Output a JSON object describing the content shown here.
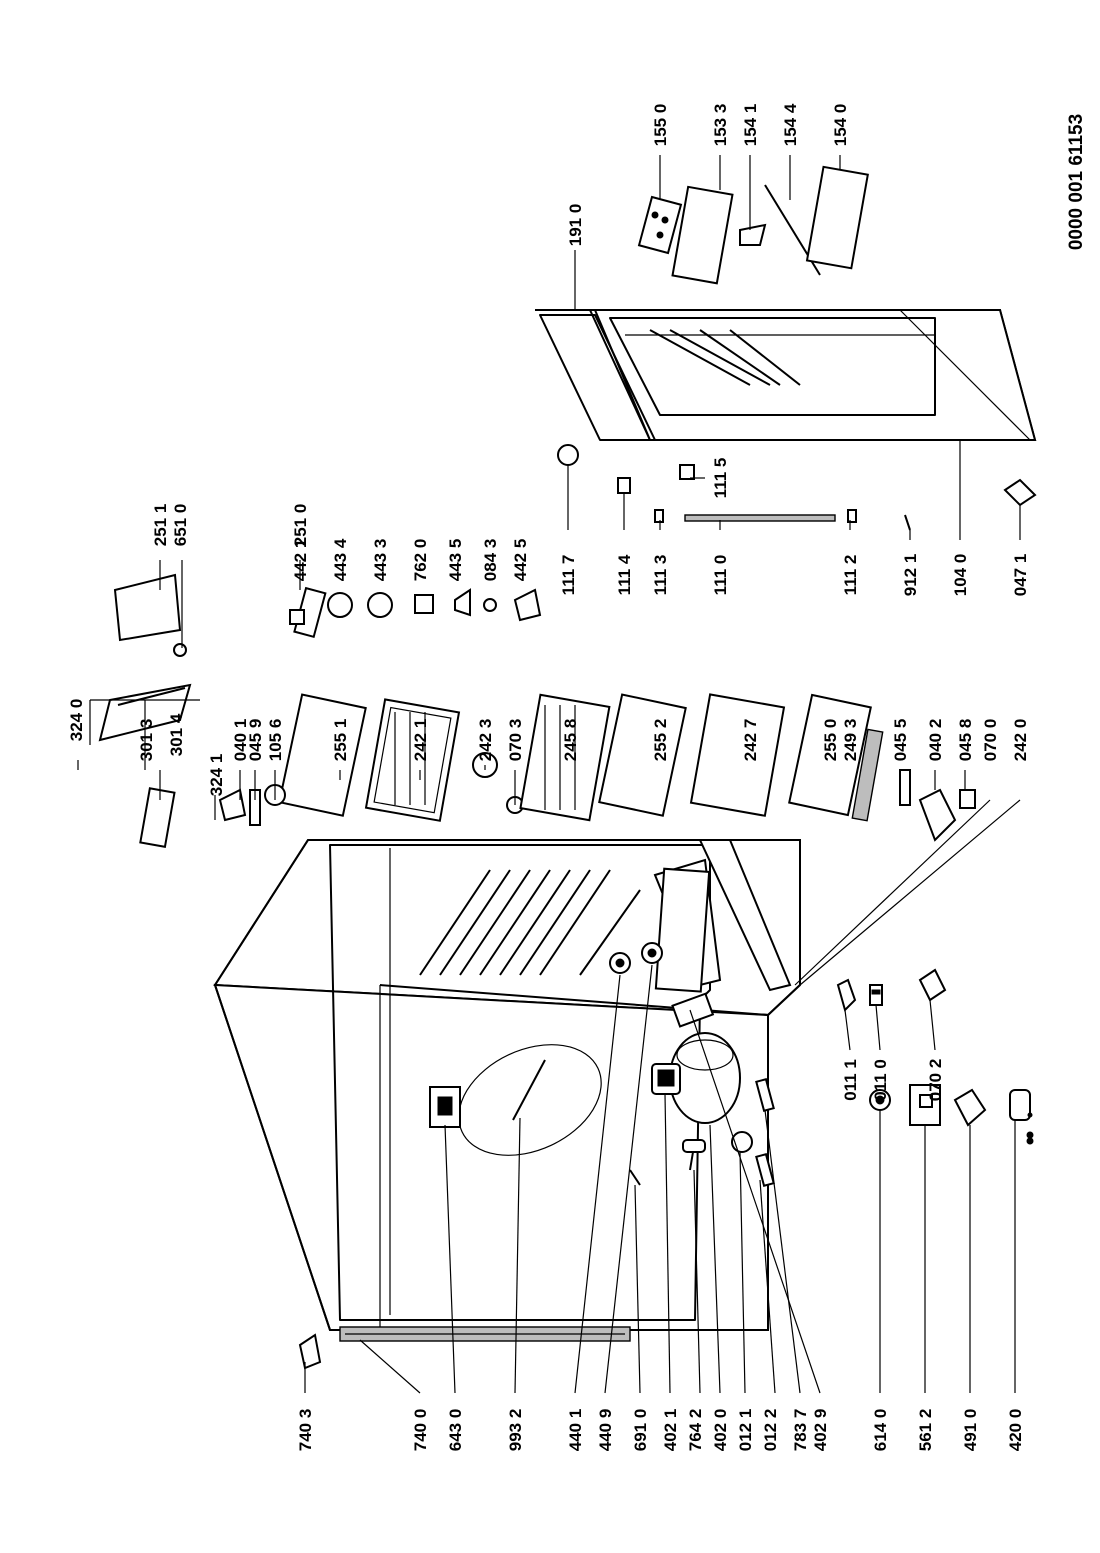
{
  "document_number": "0000 001 61153",
  "labels": {
    "l7403": "740 3",
    "l7400": "740 0",
    "l6430": "643 0",
    "l9932": "993 2",
    "l4401": "440 1",
    "l4409": "440 9",
    "l6910": "691 0",
    "l4021": "402 1",
    "l7642": "764 2",
    "l4020": "402 0",
    "l0121": "012 1",
    "l0122": "012 2",
    "l7837": "783 7",
    "l4029": "402 9",
    "l6140": "614 0",
    "l5612": "561 2",
    "l4910": "491 0",
    "l4200": "420 0",
    "l0111": "011 1",
    "l0110": "011 0",
    "l0702": "070 2",
    "l3241": "324 1",
    "l3240": "324 0",
    "l3014": "301 4",
    "l3013": "301 3",
    "l0401": "040 1",
    "l0459": "045 9",
    "l1056": "105 6",
    "l2551": "255 1",
    "l2421": "242 1",
    "l2423": "242 3",
    "l0703": "070 3",
    "l2458": "245 8",
    "l2552": "255 2",
    "l2427": "242 7",
    "l2550": "255 0",
    "l2493": "249 3",
    "l0455": "045 5",
    "l0402": "040 2",
    "l0458": "045 8",
    "l0700": "070 0",
    "l2420": "242 0",
    "l2511": "251 1",
    "l6510": "651 0",
    "l2510": "251 0",
    "l4421": "442 1",
    "l4434": "443 4",
    "l4433": "443 3",
    "l7620": "762 0",
    "l4435": "443 5",
    "l0843": "084 3",
    "l4425": "442 5",
    "l1117": "111 7",
    "l1114": "111 4",
    "l1113": "111 3",
    "l1110": "111 0",
    "l1112": "111 2",
    "l9121": "912 1",
    "l1040": "104 0",
    "l0471": "047 1",
    "l1115": "111 5",
    "l1910": "191 0",
    "l1550": "155 0",
    "l1533": "153 3",
    "l1541": "154 1",
    "l1544": "154 4",
    "l1540": "154 0"
  }
}
